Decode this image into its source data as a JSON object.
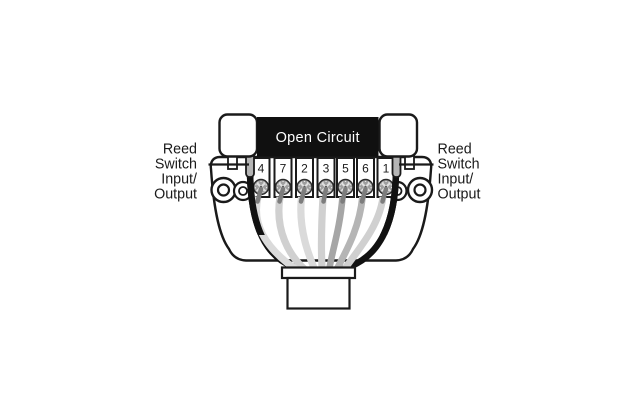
{
  "diagram": {
    "title": "Open Circuit",
    "terminals": [
      "4",
      "7",
      "2",
      "3",
      "5",
      "6",
      "1"
    ],
    "left_label": {
      "lines": [
        "Reed",
        "Switch",
        "Input/",
        "Output"
      ]
    },
    "right_label": {
      "lines": [
        "Reed",
        "Switch",
        "Input/",
        "Output"
      ]
    },
    "colors": {
      "outline": "#1a1a1a",
      "title_bar": "#101010",
      "title_text": "#ffffff",
      "probe": "#b5b5b5",
      "screw": "#9e9e9e",
      "wire_stub": "#7d7d7d",
      "wire_light": "#d0d0d0",
      "wire_lighter": "#dadada",
      "wire_mid": "#b5b5b5",
      "wire_dark": "#a6a6a6",
      "loop_wire": "#111111"
    }
  }
}
